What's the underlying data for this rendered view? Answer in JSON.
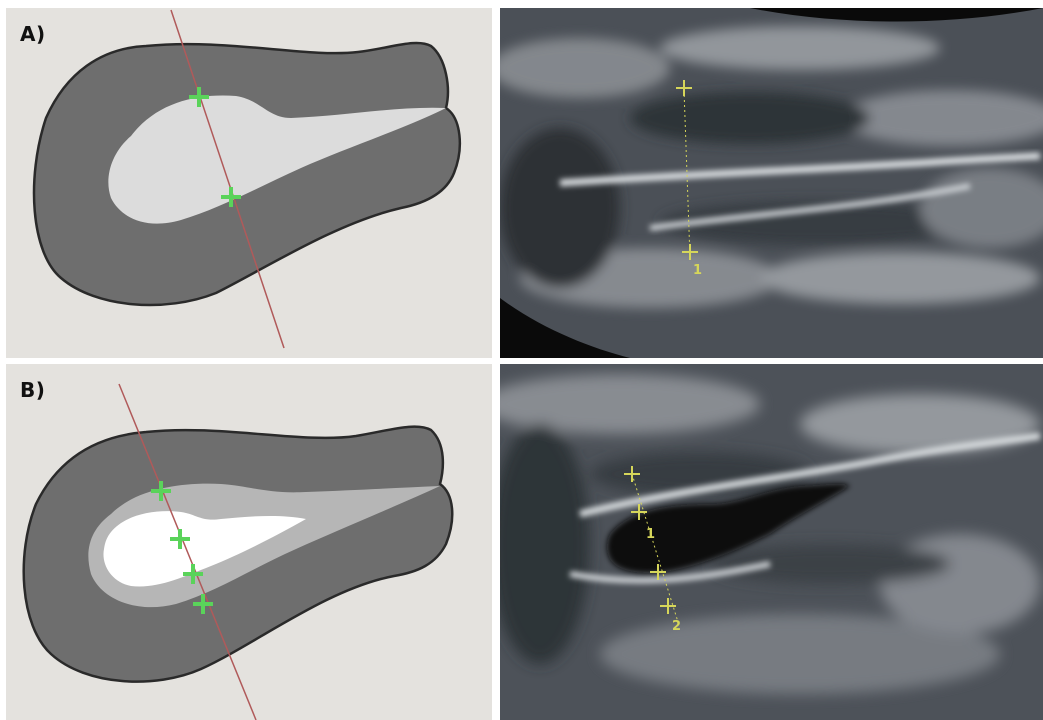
{
  "panels": [
    {
      "label": "A)",
      "ultrasound_markers": [
        "1"
      ]
    },
    {
      "label": "B)",
      "ultrasound_markers": [
        "1",
        "2"
      ]
    }
  ],
  "colors": {
    "myometrium": "#6e6e6e",
    "cavity": "#dcdcdc",
    "cavity_outer": "#b6b6b6",
    "cavity_inner": "#ffffff",
    "outline": "#2a2a2a",
    "measure_line": "#b05a5a",
    "marker": "#5ad35a",
    "caliper": "#d6d65a",
    "diagram_bg": "#e4e2de"
  }
}
